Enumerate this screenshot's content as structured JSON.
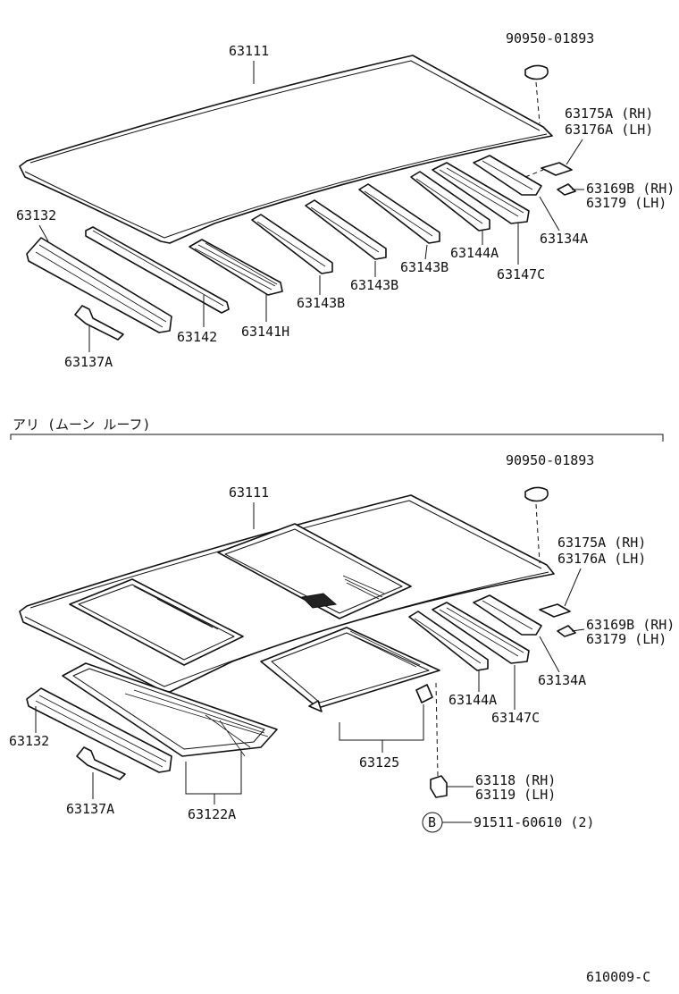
{
  "section_header": "アリ (ムーン ルーフ)",
  "figure_number": "610009-C",
  "top_labels": {
    "p_90950": "90950-01893",
    "p_63111": "63111",
    "p_63175a": "63175A (RH)",
    "p_63176a": "63176A (LH)",
    "p_63169b": "63169B (RH)",
    "p_63179": "63179  (LH)",
    "p_63132": "63132",
    "p_63134a": "63134A",
    "p_63144a": "63144A",
    "p_63147c": "63147C",
    "p_63143b_1": "63143B",
    "p_63143b_2": "63143B",
    "p_63143b_3": "63143B",
    "p_63142": "63142",
    "p_63141h": "63141H",
    "p_63137a": "63137A"
  },
  "bottom_labels": {
    "p_90950": "90950-01893",
    "p_63111": "63111",
    "p_63175a": "63175A (RH)",
    "p_63176a": "63176A (LH)",
    "p_63169b": "63169B (RH)",
    "p_63179": "63179  (LH)",
    "p_63144a": "63144A",
    "p_63134a": "63134A",
    "p_63147c": "63147C",
    "p_63132": "63132",
    "p_63125": "63125",
    "p_63118": "63118 (RH)",
    "p_63119": "63119 (LH)",
    "p_63137a": "63137A",
    "p_63122a": "63122A",
    "ref_b": "B",
    "p_91511": "91511-60610 (2)"
  }
}
